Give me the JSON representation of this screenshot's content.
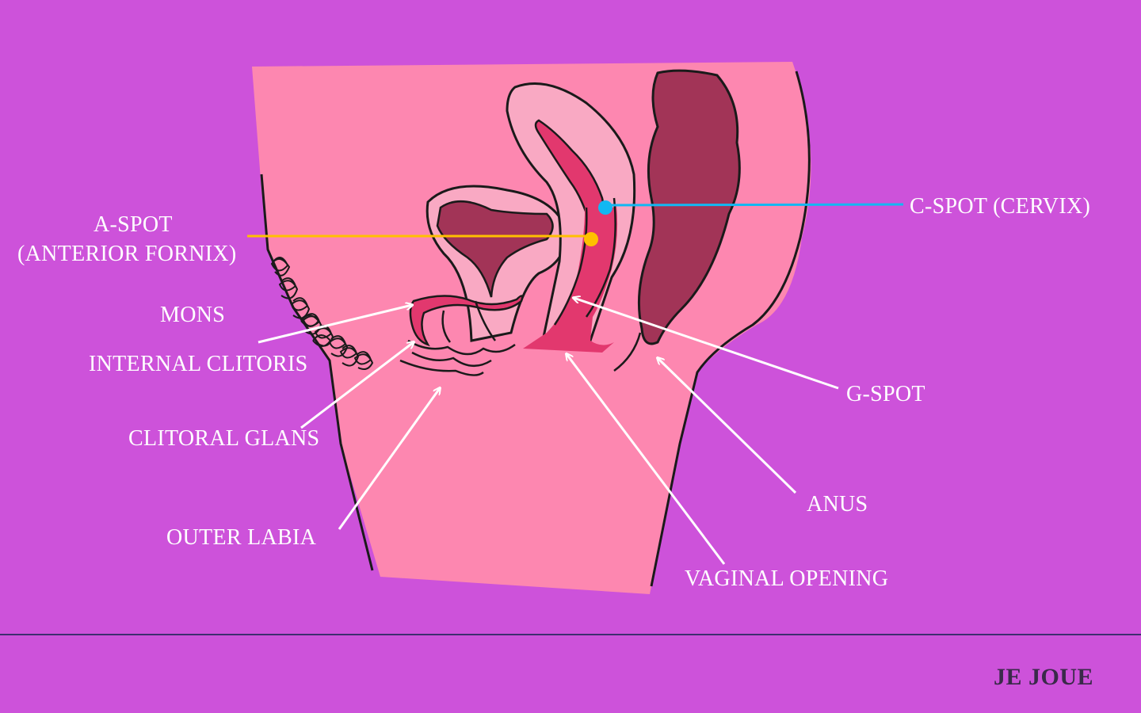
{
  "labels": {
    "a_spot_line1": "A-SPOT",
    "a_spot_line2": "(ANTERIOR FORNIX)",
    "mons": "MONS",
    "internal_clitoris": "INTERNAL CLITORIS",
    "clitoral_glans": "CLITORAL GLANS",
    "outer_labia": "OUTER LABIA",
    "c_spot": "C-SPOT (CERVIX)",
    "g_spot": "G-SPOT",
    "anus": "ANUS",
    "vaginal_opening": "VAGINAL OPENING"
  },
  "brand": "JE JOUE",
  "colors": {
    "background": "#CD52DA",
    "skin": "#FD87B0",
    "organ_light": "#F9A9C3",
    "organ_dark": "#A23457",
    "vaginal_canal": "#E2386E",
    "outline": "#1A1A1A",
    "a_spot_marker": "#FFC000",
    "c_spot_marker": "#12B8F2",
    "pointer_arrows": "#FFFFFF",
    "divider": "#3E2E6E"
  }
}
